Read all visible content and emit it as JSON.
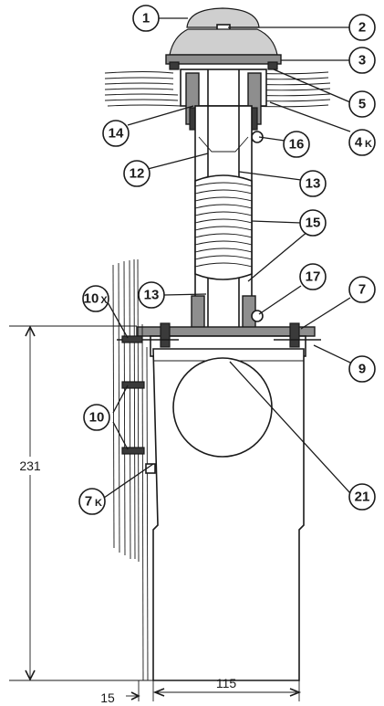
{
  "callouts": [
    {
      "id": "c1",
      "label": "1"
    },
    {
      "id": "c2",
      "label": "2"
    },
    {
      "id": "c3",
      "label": "3"
    },
    {
      "id": "c5",
      "label": "5"
    },
    {
      "id": "c4k",
      "label": "4",
      "suffix": "K"
    },
    {
      "id": "c14",
      "label": "14"
    },
    {
      "id": "c16",
      "label": "16"
    },
    {
      "id": "c12",
      "label": "12"
    },
    {
      "id": "c13a",
      "label": "13"
    },
    {
      "id": "c15",
      "label": "15"
    },
    {
      "id": "c17",
      "label": "17"
    },
    {
      "id": "c7",
      "label": "7"
    },
    {
      "id": "c10x",
      "label": "10",
      "suffix": "X"
    },
    {
      "id": "c13b",
      "label": "13"
    },
    {
      "id": "c9",
      "label": "9"
    },
    {
      "id": "c10",
      "label": "10"
    },
    {
      "id": "c7k",
      "label": "7",
      "suffix": "K"
    },
    {
      "id": "c21",
      "label": "21"
    }
  ],
  "dimensions": {
    "height": "231",
    "width": "115",
    "offset": "15"
  },
  "colors": {
    "line": "#1a1a1a",
    "background": "#ffffff",
    "shade": "#8e8e8e"
  }
}
